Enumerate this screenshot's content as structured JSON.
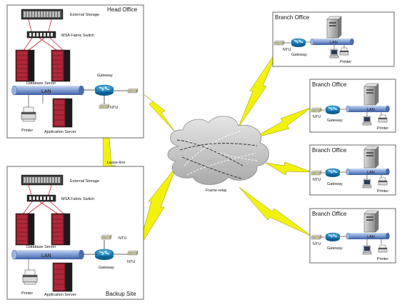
{
  "head": {
    "title": "Head Office",
    "external_storage": "External Storage",
    "fabric_switch": "MSA Fabric Switch",
    "database_server": "Database Server",
    "lan": "LAN",
    "gateway": "Gateway",
    "ntu": "NTU",
    "printer": "Printer",
    "application_server": "Application Server"
  },
  "backup": {
    "title": "Backup Site",
    "external_storage": "External Storage",
    "fabric_switch": "MSA Fabric Switch",
    "database_server": "Database Server",
    "lan": "LAN",
    "gateway": "Gateway",
    "ntu": "NTU",
    "printer": "Printer",
    "application_server": "Application Server"
  },
  "leaseline": "Lease-line",
  "cloud_label": "Frame-relay",
  "ntu_extra": "NTU",
  "branches": [
    {
      "title": "Branch Office",
      "ntu": "NTU",
      "gateway": "Gateway",
      "lan": "LAN",
      "printer": "Printer"
    },
    {
      "title": "Branch Office",
      "ntu": "NTU",
      "gateway": "Gateway",
      "lan": "LAN",
      "printer": "Printer"
    },
    {
      "title": "Branch Office",
      "ntu": "NTU",
      "gateway": "Gateway",
      "lan": "LAN",
      "printer": "Printer"
    },
    {
      "title": "Branch Office",
      "ntu": "NTU",
      "gateway": "Gateway",
      "lan": "LAN",
      "printer": "Printer"
    }
  ],
  "colors": {
    "lan_pipe": "#6f8fc8",
    "router": "#1f9bd6",
    "lightning": "#f2f20c",
    "cloud": "#bfbfbf",
    "server_red": "#a02030",
    "fiber": "#d02030"
  }
}
